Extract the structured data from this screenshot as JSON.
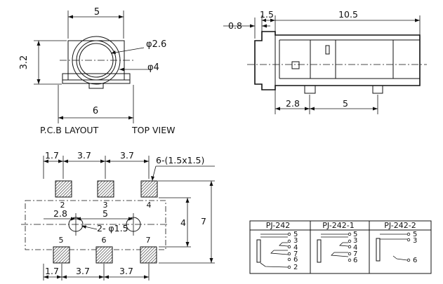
{
  "top_view": {
    "dim_width": "5",
    "dim_height": "3.2",
    "dim_bottom": "6",
    "dim_inner": "φ2.6",
    "dim_outer": "φ4",
    "caption_pcb": "P.C.B LAYOUT",
    "caption_top": "TOP VIEW"
  },
  "side_view": {
    "dim_a": "0.8",
    "dim_b": "1.5",
    "dim_length": "10.5",
    "dim_c": "2.8",
    "dim_d": "5"
  },
  "pcb_layout": {
    "dim_top": [
      "1.7",
      "3.7",
      "3.7"
    ],
    "dim_bottom": [
      "1.7",
      "3.7",
      "3.7"
    ],
    "pad_label": "6-(1.5x1.5)",
    "dim_right_inner": "4",
    "dim_right_outer": "7",
    "hole_label": "2- φ1.5",
    "hole_dim_a": "2.8",
    "hole_dim_b": "5",
    "pads_top": [
      "2",
      "3",
      "4"
    ],
    "pads_bottom": [
      "5",
      "6",
      "7"
    ]
  },
  "schematics": [
    {
      "title": "PJ-242",
      "pins": [
        "5",
        "3",
        "4",
        "7",
        "6",
        "2"
      ]
    },
    {
      "title": "PJ-242-1",
      "pins": [
        "5",
        "3",
        "4",
        "7",
        "6"
      ]
    },
    {
      "title": "PJ-242-2",
      "pins": [
        "5",
        "3",
        "6"
      ]
    }
  ]
}
